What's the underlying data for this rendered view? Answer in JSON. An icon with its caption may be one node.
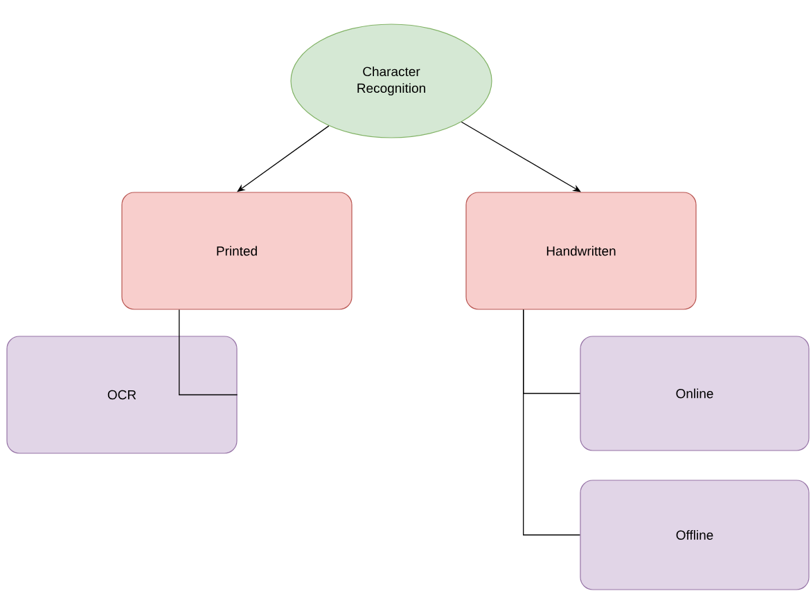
{
  "diagram": {
    "nodes": [
      {
        "text": [
          "Character Recognition"
        ]
      },
      {
        "text": [
          "Printed"
        ]
      },
      {
        "text": [
          "Handwritten"
        ]
      },
      {
        "text": [
          "OCR"
        ]
      },
      {
        "text": [
          "Online"
        ]
      },
      {
        "text": [
          "Offline"
        ]
      }
    ],
    "edges": [
      {
        "from": 0,
        "to": 1,
        "arrow": "to"
      },
      {
        "from": 0,
        "to": 2,
        "arrow": "to"
      },
      {
        "from": 1,
        "to": 3,
        "arrow": "none"
      },
      {
        "from": 2,
        "to": 4,
        "arrow": "none"
      },
      {
        "from": 2,
        "to": 5,
        "arrow": "none"
      }
    ]
  }
}
